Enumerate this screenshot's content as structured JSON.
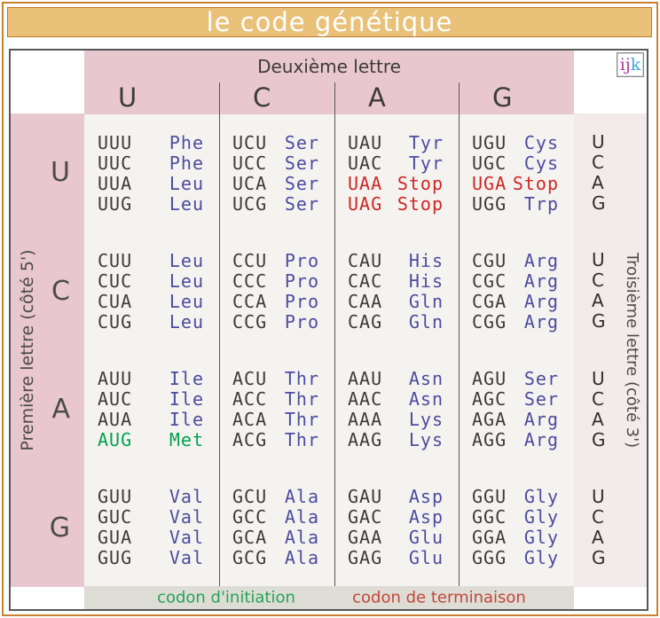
{
  "page": {
    "title": "le code génétique",
    "logo": {
      "part1": "ij",
      "part2": "k"
    }
  },
  "axes": {
    "second_letter_label": "Deuxième lettre",
    "second_letters": [
      "U",
      "C",
      "A",
      "G"
    ],
    "first_letter_label": "Première lettre (côté 5')",
    "first_letters": [
      "U",
      "C",
      "A",
      "G"
    ],
    "third_letter_label": "Troisième lettre  (côté 3')",
    "third_letters": [
      "U",
      "C",
      "A",
      "G"
    ]
  },
  "legend": {
    "initiation_label": "codon d'initiation",
    "termination_label": "codon de terminaison"
  },
  "colors": {
    "frame_orange": "#c9812e",
    "title_bar_tan": "#eac179",
    "header_pink": "#e9c7cf",
    "third_column_pink": "#f3ebea",
    "cell_background": "#f5f3ef",
    "footer_gray": "#dddcd5",
    "codon_dark": "#3b3b3b",
    "amino_blue": "#4c4ca0",
    "stop_red": "#cf2626",
    "start_green": "#00a24e",
    "legend_green": "#27a457",
    "legend_red": "#c4473a",
    "logo_magenta": "#b23a9e",
    "logo_blue": "#3ba7d9"
  },
  "table": {
    "rows": [
      {
        "first_letter": "U",
        "cells": [
          {
            "entries": [
              {
                "codon": "UUU",
                "amino": "Phe",
                "type": "normal"
              },
              {
                "codon": "UUC",
                "amino": "Phe",
                "type": "normal"
              },
              {
                "codon": "UUA",
                "amino": "Leu",
                "type": "normal"
              },
              {
                "codon": "UUG",
                "amino": "Leu",
                "type": "normal"
              }
            ]
          },
          {
            "entries": [
              {
                "codon": "UCU",
                "amino": "Ser",
                "type": "normal"
              },
              {
                "codon": "UCC",
                "amino": "Ser",
                "type": "normal"
              },
              {
                "codon": "UCA",
                "amino": "Ser",
                "type": "normal"
              },
              {
                "codon": "UCG",
                "amino": "Ser",
                "type": "normal"
              }
            ]
          },
          {
            "entries": [
              {
                "codon": "UAU",
                "amino": "Tyr",
                "type": "normal"
              },
              {
                "codon": "UAC",
                "amino": "Tyr",
                "type": "normal"
              },
              {
                "codon": "UAA",
                "amino": "Stop",
                "type": "stop"
              },
              {
                "codon": "UAG",
                "amino": "Stop",
                "type": "stop"
              }
            ]
          },
          {
            "entries": [
              {
                "codon": "UGU",
                "amino": "Cys",
                "type": "normal"
              },
              {
                "codon": "UGC",
                "amino": "Cys",
                "type": "normal"
              },
              {
                "codon": "UGA",
                "amino": "Stop",
                "type": "stop"
              },
              {
                "codon": "UGG",
                "amino": "Trp",
                "type": "normal"
              }
            ]
          }
        ]
      },
      {
        "first_letter": "C",
        "cells": [
          {
            "entries": [
              {
                "codon": "CUU",
                "amino": "Leu",
                "type": "normal"
              },
              {
                "codon": "CUC",
                "amino": "Leu",
                "type": "normal"
              },
              {
                "codon": "CUA",
                "amino": "Leu",
                "type": "normal"
              },
              {
                "codon": "CUG",
                "amino": "Leu",
                "type": "normal"
              }
            ]
          },
          {
            "entries": [
              {
                "codon": "CCU",
                "amino": "Pro",
                "type": "normal"
              },
              {
                "codon": "CCC",
                "amino": "Pro",
                "type": "normal"
              },
              {
                "codon": "CCA",
                "amino": "Pro",
                "type": "normal"
              },
              {
                "codon": "CCG",
                "amino": "Pro",
                "type": "normal"
              }
            ]
          },
          {
            "entries": [
              {
                "codon": "CAU",
                "amino": "His",
                "type": "normal"
              },
              {
                "codon": "CAC",
                "amino": "His",
                "type": "normal"
              },
              {
                "codon": "CAA",
                "amino": "Gln",
                "type": "normal"
              },
              {
                "codon": "CAG",
                "amino": "Gln",
                "type": "normal"
              }
            ]
          },
          {
            "entries": [
              {
                "codon": "CGU",
                "amino": "Arg",
                "type": "normal"
              },
              {
                "codon": "CGC",
                "amino": "Arg",
                "type": "normal"
              },
              {
                "codon": "CGA",
                "amino": "Arg",
                "type": "normal"
              },
              {
                "codon": "CGG",
                "amino": "Arg",
                "type": "normal"
              }
            ]
          }
        ]
      },
      {
        "first_letter": "A",
        "cells": [
          {
            "entries": [
              {
                "codon": "AUU",
                "amino": "Ile",
                "type": "normal"
              },
              {
                "codon": "AUC",
                "amino": "Ile",
                "type": "normal"
              },
              {
                "codon": "AUA",
                "amino": "Ile",
                "type": "normal"
              },
              {
                "codon": "AUG",
                "amino": "Met",
                "type": "start"
              }
            ]
          },
          {
            "entries": [
              {
                "codon": "ACU",
                "amino": "Thr",
                "type": "normal"
              },
              {
                "codon": "ACC",
                "amino": "Thr",
                "type": "normal"
              },
              {
                "codon": "ACA",
                "amino": "Thr",
                "type": "normal"
              },
              {
                "codon": "ACG",
                "amino": "Thr",
                "type": "normal"
              }
            ]
          },
          {
            "entries": [
              {
                "codon": "AAU",
                "amino": "Asn",
                "type": "normal"
              },
              {
                "codon": "AAC",
                "amino": "Asn",
                "type": "normal"
              },
              {
                "codon": "AAA",
                "amino": "Lys",
                "type": "normal"
              },
              {
                "codon": "AAG",
                "amino": "Lys",
                "type": "normal"
              }
            ]
          },
          {
            "entries": [
              {
                "codon": "AGU",
                "amino": "Ser",
                "type": "normal"
              },
              {
                "codon": "AGC",
                "amino": "Ser",
                "type": "normal"
              },
              {
                "codon": "AGA",
                "amino": "Arg",
                "type": "normal"
              },
              {
                "codon": "AGG",
                "amino": "Arg",
                "type": "normal"
              }
            ]
          }
        ]
      },
      {
        "first_letter": "G",
        "cells": [
          {
            "entries": [
              {
                "codon": "GUU",
                "amino": "Val",
                "type": "normal"
              },
              {
                "codon": "GUC",
                "amino": "Val",
                "type": "normal"
              },
              {
                "codon": "GUA",
                "amino": "Val",
                "type": "normal"
              },
              {
                "codon": "GUG",
                "amino": "Val",
                "type": "normal"
              }
            ]
          },
          {
            "entries": [
              {
                "codon": "GCU",
                "amino": "Ala",
                "type": "normal"
              },
              {
                "codon": "GCC",
                "amino": "Ala",
                "type": "normal"
              },
              {
                "codon": "GCA",
                "amino": "Ala",
                "type": "normal"
              },
              {
                "codon": "GCG",
                "amino": "Ala",
                "type": "normal"
              }
            ]
          },
          {
            "entries": [
              {
                "codon": "GAU",
                "amino": "Asp",
                "type": "normal"
              },
              {
                "codon": "GAC",
                "amino": "Asp",
                "type": "normal"
              },
              {
                "codon": "GAA",
                "amino": "Glu",
                "type": "normal"
              },
              {
                "codon": "GAG",
                "amino": "Glu",
                "type": "normal"
              }
            ]
          },
          {
            "entries": [
              {
                "codon": "GGU",
                "amino": "Gly",
                "type": "normal"
              },
              {
                "codon": "GGC",
                "amino": "Gly",
                "type": "normal"
              },
              {
                "codon": "GGA",
                "amino": "Gly",
                "type": "normal"
              },
              {
                "codon": "GGG",
                "amino": "Gly",
                "type": "normal"
              }
            ]
          }
        ]
      }
    ]
  }
}
